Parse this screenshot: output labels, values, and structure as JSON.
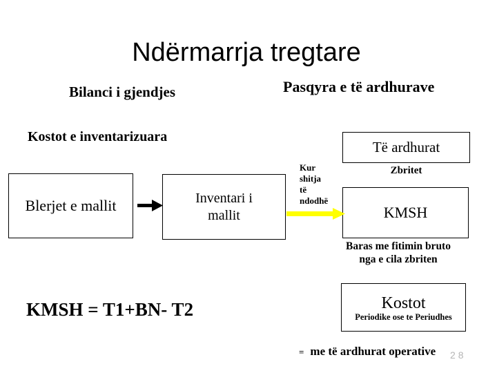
{
  "slide": {
    "title": "Ndërmarrja tregtare",
    "headings": {
      "balance_sheet": "Bilanci i gjendjes",
      "income_statement": "Pasqyra e të ardhurave",
      "inventoried_costs": "Kostot e inventarizuara"
    },
    "flow": {
      "purchases_box": "Blerjet e mallit",
      "inventory_box_line1": "Inventari i",
      "inventory_box_line2": "mallit",
      "revenues_box": "Të ardhurat",
      "kmsh_box": "KMSH",
      "when_sale_lines": [
        "Kur",
        "shitja",
        "të",
        "ndodhë"
      ],
      "deducted_label": "Zbritet",
      "gross_profit_line1": "Baras me fitimin bruto",
      "gross_profit_line2": "nga e cila zbriten"
    },
    "formula": "KMSH = T1+BN- T2",
    "costs_box": {
      "title": "Kostot",
      "subtitle": "Periodike ose te Periudhes"
    },
    "footer": {
      "equals": "=",
      "operating_income": "me të ardhurat operative",
      "page_number": "28"
    },
    "colors": {
      "text": "#000000",
      "arrow_black": "#000000",
      "arrow_yellow": "#ffff00",
      "page_number": "#b5b5b5",
      "background": "#ffffff"
    }
  }
}
